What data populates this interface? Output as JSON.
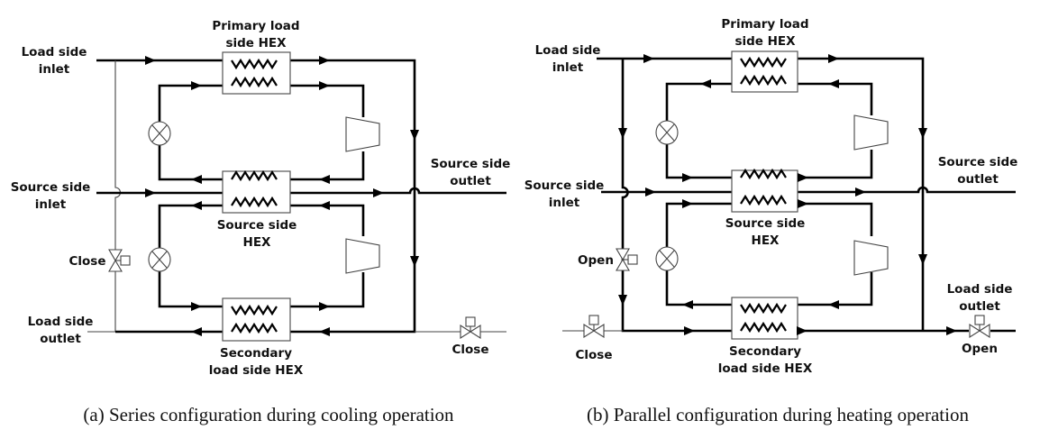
{
  "panels": [
    {
      "id": "a",
      "caption": "(a) Series configuration during cooling operation",
      "labels": {
        "primary_hex": [
          "Primary load",
          "side HEX"
        ],
        "load_inlet": [
          "Load side",
          "inlet"
        ],
        "source_inlet": [
          "Source side",
          "inlet"
        ],
        "source_outlet": [
          "Source side",
          "outlet"
        ],
        "source_hex": [
          "Source side",
          "HEX"
        ],
        "secondary_hex": [
          "Secondary",
          "load side HEX"
        ],
        "load_outlet": [
          "Load side",
          "outlet"
        ],
        "bypass_valve_state": "Close",
        "outlet_valve_state": "Close"
      }
    },
    {
      "id": "b",
      "caption": "(b) Parallel configuration during heating operation",
      "labels": {
        "primary_hex": [
          "Primary load",
          "side HEX"
        ],
        "load_inlet": [
          "Load side",
          "inlet"
        ],
        "source_inlet": [
          "Source side",
          "inlet"
        ],
        "source_outlet": [
          "Source side",
          "outlet"
        ],
        "source_hex": [
          "Source side",
          "HEX"
        ],
        "secondary_hex": [
          "Secondary",
          "load side HEX"
        ],
        "load_outlet": [
          "Load side",
          "outlet"
        ],
        "bypass_valve_state": "Open",
        "inlet_valve_state": "Close",
        "outlet_valve_state": "Open"
      }
    }
  ]
}
